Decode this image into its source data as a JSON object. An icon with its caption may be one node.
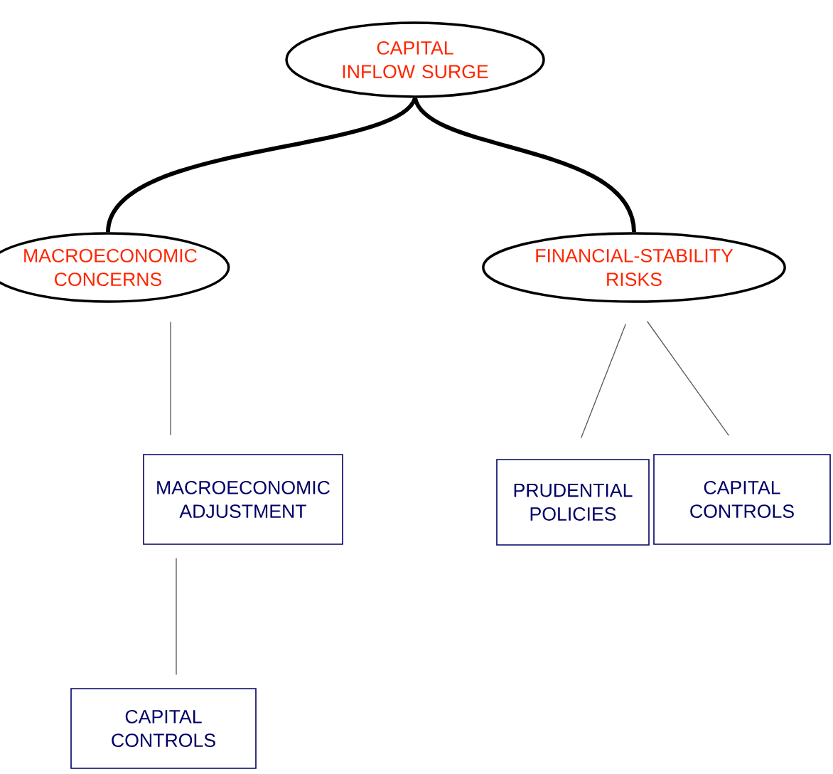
{
  "diagram": {
    "nodes": [
      {
        "text": [
          "CAPITAL INFLOW SURGE"
        ]
      },
      {
        "text": [
          "MACROECONOMIC CONCERNS"
        ]
      },
      {
        "text": [
          "FINANCIAL-STABILITY RISKS"
        ]
      },
      {
        "text": [
          "MACROECONOMIC ADJUSTMENT"
        ]
      },
      {
        "text": [
          "PRUDENTIAL POLICIES"
        ]
      },
      {
        "text": [
          "CAPITAL CONTROLS"
        ]
      },
      {
        "text": [
          "CAPITAL CONTROLS"
        ]
      }
    ],
    "edges": [
      {
        "from": 0,
        "to": 1,
        "arrow": "none",
        "style": "thick"
      },
      {
        "from": 0,
        "to": 2,
        "arrow": "none",
        "style": "thick"
      },
      {
        "from": 1,
        "to": 3,
        "arrow": "none"
      },
      {
        "from": 2,
        "to": 4,
        "arrow": "none"
      },
      {
        "from": 2,
        "to": 5,
        "arrow": "none"
      },
      {
        "from": 3,
        "to": 6,
        "arrow": "none"
      }
    ]
  }
}
